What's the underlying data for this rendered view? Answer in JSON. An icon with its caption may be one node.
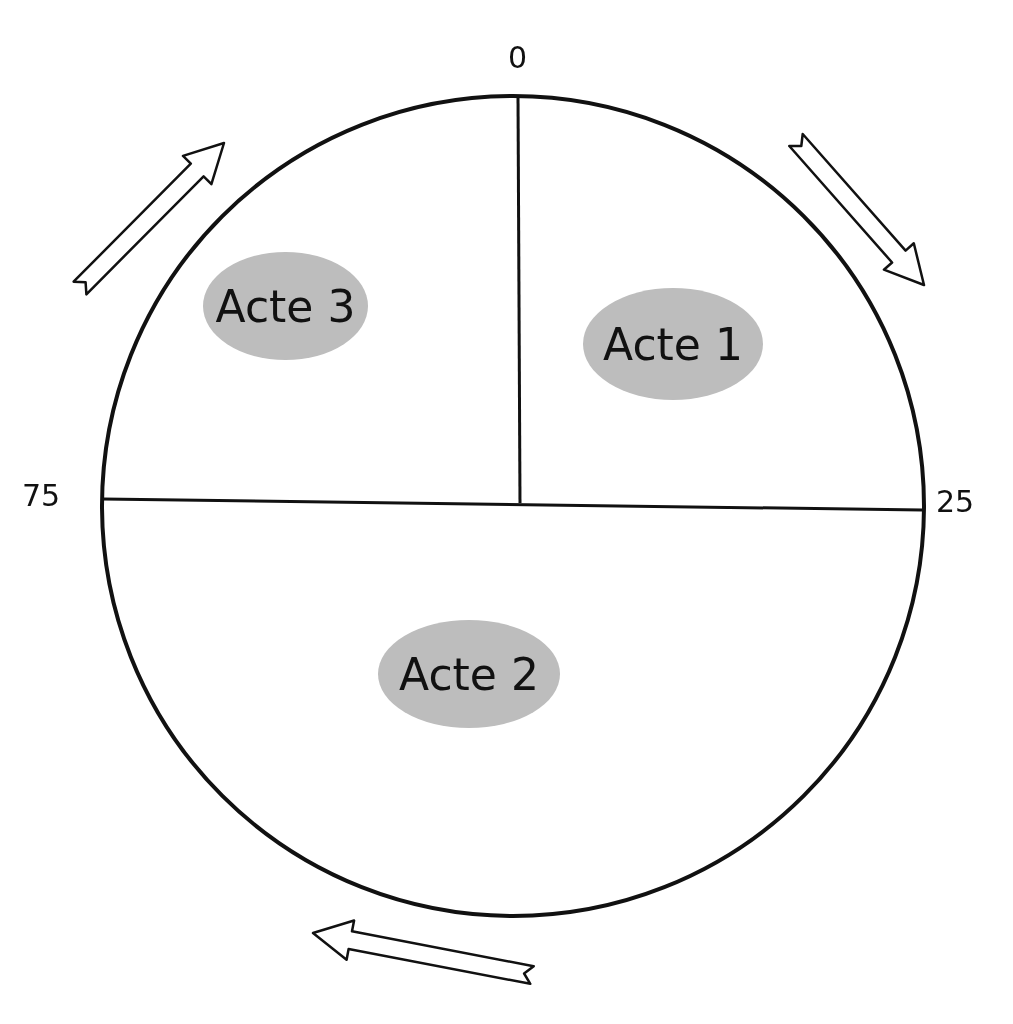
{
  "diagram": {
    "nodes": [
      {
        "text": [
          "Acte 3"
        ]
      },
      {
        "text": [
          "Acte 1"
        ]
      },
      {
        "text": [
          "Acte 2"
        ]
      }
    ],
    "labels": [
      "0",
      "75",
      "25"
    ]
  }
}
